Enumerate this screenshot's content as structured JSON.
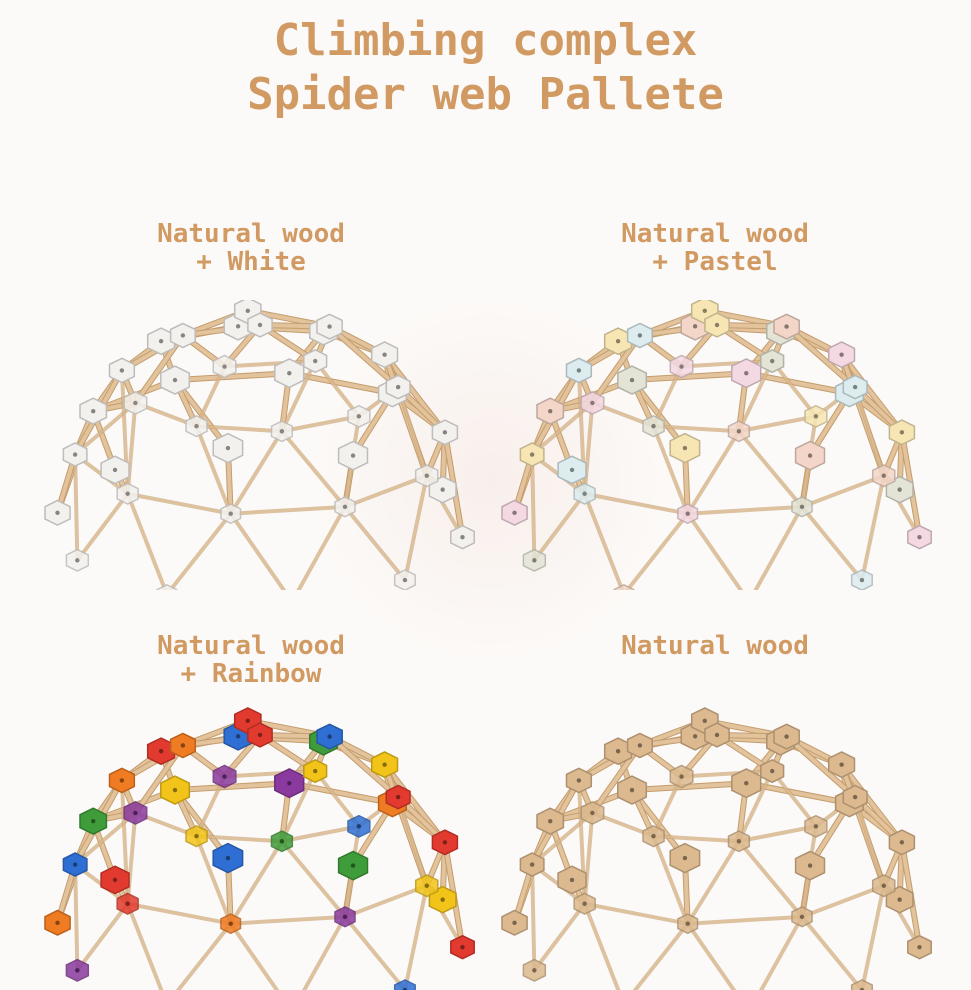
{
  "header": {
    "line1": "Climbing complex",
    "line2": "Spider web Pallete"
  },
  "variants": [
    {
      "line1": "Natural wood",
      "line2": "+ White",
      "palette": [
        "#f3f1ee"
      ]
    },
    {
      "line1": "Natural wood",
      "line2": "+ Pastel",
      "palette": [
        "#f4d8e2",
        "#dcecef",
        "#f7e6b4",
        "#f3d6c8",
        "#e3e4d6"
      ]
    },
    {
      "line1": "Natural wood",
      "line2": "+ Rainbow",
      "palette": [
        "#e23a2e",
        "#2f6fd3",
        "#3f9c3a",
        "#f2c419",
        "#8a3a9e",
        "#ef7b22"
      ]
    },
    {
      "line1": "Natural wood",
      "line2": "",
      "palette": [
        "#dcb98e"
      ]
    }
  ],
  "colors": {
    "text": "#d19a62",
    "rod": "#e2c39b",
    "rod_edge": "#c49d6e"
  }
}
